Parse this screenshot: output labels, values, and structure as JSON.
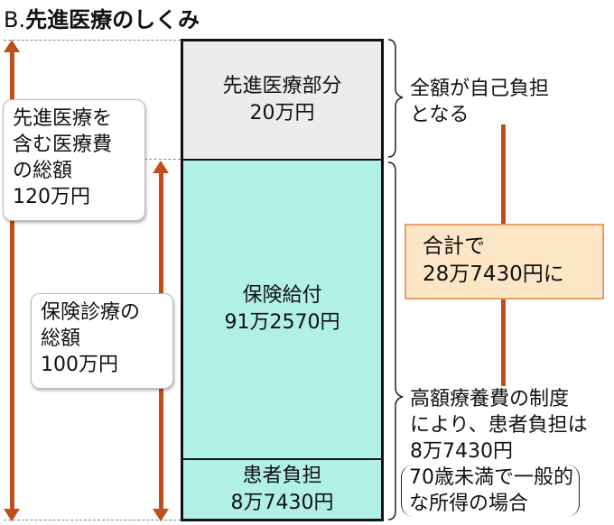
{
  "title": {
    "prefix": "B.",
    "main": "先進医療のしくみ"
  },
  "left_boxes": [
    {
      "lines": [
        "先進医療を",
        "含む医療費",
        "の総額",
        "120万円"
      ]
    },
    {
      "lines": [
        "保険診療の",
        "総額",
        "100万円"
      ]
    }
  ],
  "column": [
    {
      "label": "先進医療部分",
      "amount": "20万円",
      "color": "#ececec"
    },
    {
      "label": "保険給付",
      "amount": "91万2570円",
      "color": "#b0f0e6"
    },
    {
      "label": "患者負担",
      "amount": "8万7430円",
      "color": "#b0f0e6"
    }
  ],
  "right": {
    "top_note": [
      "全額が自己負担",
      "となる"
    ],
    "callout": [
      "合計で",
      "28万7430円に"
    ],
    "bottom_note": [
      "高額療養費の制度",
      "により、患者負担は",
      "8万7430円"
    ],
    "paren_note": [
      "70歳未満で一般的",
      "な所得の場合"
    ]
  },
  "colors": {
    "arrow": "#c0501a",
    "callout_bg": "#fde6c6"
  }
}
